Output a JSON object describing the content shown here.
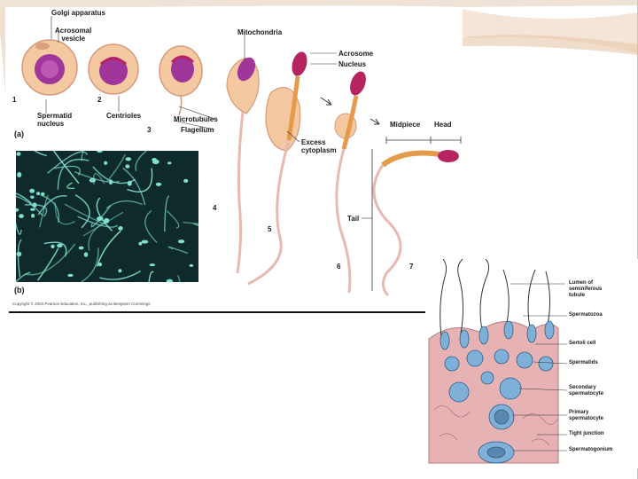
{
  "diagram_a": {
    "panel_label": "(a)",
    "labels": {
      "golgi": "Golgi apparatus",
      "acrosomal": "Acrosomal\nvesicle",
      "mitochondria": "Mitochondria",
      "acrosome": "Acrosome",
      "nucleus": "Nucleus",
      "spermatid": "Spermatid\nnucleus",
      "centrioles": "Centrioles",
      "microtubules": "Microtubules",
      "flagellum": "Flagellum",
      "excess": "Excess\ncytoplasm",
      "midpiece": "Midpiece",
      "head": "Head",
      "tail": "Tail"
    },
    "steps": [
      "1",
      "2",
      "3",
      "4",
      "5",
      "6",
      "7"
    ]
  },
  "micrograph": {
    "panel_label": "(b)"
  },
  "copyright": "Copyright © 2004 Pearson Education, Inc., publishing as Benjamin Cummings",
  "diagram_b": {
    "labels": {
      "lumen": "Lumen of\nseminiferous\ntubule",
      "spermatozoa": "Spermatozoa",
      "sertoli": "Sertoli cell",
      "spermatids": "Spermatids",
      "secondary": "Secondary\nspermatocyte",
      "primary": "Primary\nspermatocyte",
      "tight": "Tight junction",
      "spermatogonium": "Spermatogonium"
    }
  },
  "colors": {
    "cell": "#f4c9a2",
    "cell_nucleus": "#a0359a",
    "acrosome": "#b5245e",
    "midpiece": "#e39a4a",
    "micrograph_bg": "#0f2a2a",
    "micrograph_fiber": "#7fe0d0",
    "tubule_tissue": "#e7b2b4",
    "tubule_cell": "#7fb1d8"
  }
}
